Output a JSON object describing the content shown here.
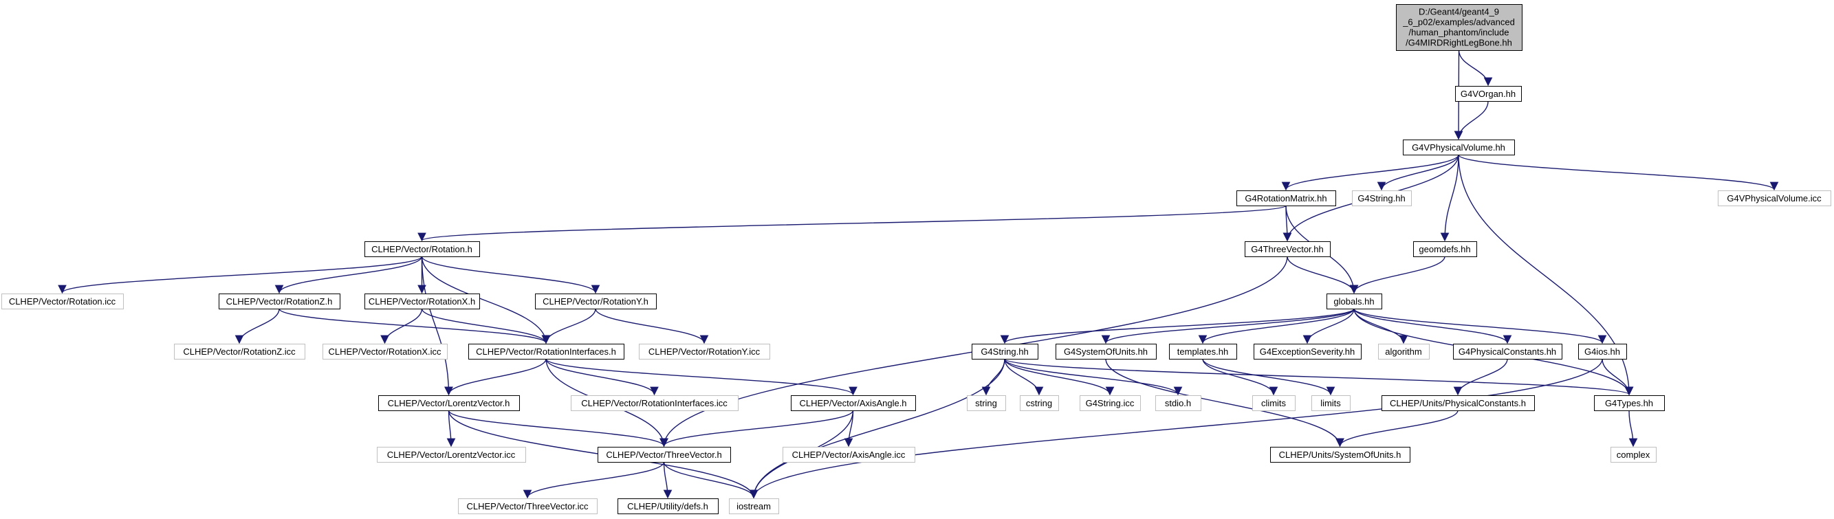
{
  "colors": {
    "edge": "#191970",
    "root_fill": "#bfbfbf",
    "root_border": "#000000",
    "node_border": "#000000",
    "external_border": "#bfbfbf",
    "background": "#ffffff"
  },
  "nodes": [
    {
      "id": "root",
      "label_lines": [
        "D:/Geant4/geant4_9",
        "_6_p02/examples/advanced",
        "/human_phantom/include",
        "/G4MIRDRightLegBone.hh"
      ],
      "kind": "root"
    },
    {
      "id": "g4vorgan",
      "label": "G4VOrgan.hh",
      "kind": "normal"
    },
    {
      "id": "g4vphys",
      "label": "G4VPhysicalVolume.hh",
      "kind": "normal"
    },
    {
      "id": "g4rotmat",
      "label": "G4RotationMatrix.hh",
      "kind": "normal"
    },
    {
      "id": "g4string1",
      "label": "G4String.hh",
      "kind": "external"
    },
    {
      "id": "g4vphysicc",
      "label": "G4VPhysicalVolume.icc",
      "kind": "external"
    },
    {
      "id": "clhep_rotation",
      "label": "CLHEP/Vector/Rotation.h",
      "kind": "normal"
    },
    {
      "id": "g4threevec",
      "label": "G4ThreeVector.hh",
      "kind": "normal"
    },
    {
      "id": "geomdefs",
      "label": "geomdefs.hh",
      "kind": "normal"
    },
    {
      "id": "rot_icc",
      "label": "CLHEP/Vector/Rotation.icc",
      "kind": "external"
    },
    {
      "id": "rotz",
      "label": "CLHEP/Vector/RotationZ.h",
      "kind": "normal"
    },
    {
      "id": "rotx",
      "label": "CLHEP/Vector/RotationX.h",
      "kind": "normal"
    },
    {
      "id": "roty",
      "label": "CLHEP/Vector/RotationY.h",
      "kind": "normal"
    },
    {
      "id": "globals",
      "label": "globals.hh",
      "kind": "normal"
    },
    {
      "id": "rotz_icc",
      "label": "CLHEP/Vector/RotationZ.icc",
      "kind": "external"
    },
    {
      "id": "rotx_icc",
      "label": "CLHEP/Vector/RotationX.icc",
      "kind": "external"
    },
    {
      "id": "rotint",
      "label": "CLHEP/Vector/RotationInterfaces.h",
      "kind": "normal"
    },
    {
      "id": "roty_icc",
      "label": "CLHEP/Vector/RotationY.icc",
      "kind": "external"
    },
    {
      "id": "g4string2",
      "label": "G4String.hh",
      "kind": "normal"
    },
    {
      "id": "g4sysunits",
      "label": "G4SystemOfUnits.hh",
      "kind": "normal"
    },
    {
      "id": "templates",
      "label": "templates.hh",
      "kind": "normal"
    },
    {
      "id": "g4excsev",
      "label": "G4ExceptionSeverity.hh",
      "kind": "normal"
    },
    {
      "id": "algorithm",
      "label": "algorithm",
      "kind": "external"
    },
    {
      "id": "g4physconst",
      "label": "G4PhysicalConstants.hh",
      "kind": "normal"
    },
    {
      "id": "g4ios",
      "label": "G4ios.hh",
      "kind": "normal"
    },
    {
      "id": "lorentz",
      "label": "CLHEP/Vector/LorentzVector.h",
      "kind": "normal"
    },
    {
      "id": "rotint_icc",
      "label": "CLHEP/Vector/RotationInterfaces.icc",
      "kind": "external"
    },
    {
      "id": "axisangle",
      "label": "CLHEP/Vector/AxisAngle.h",
      "kind": "normal"
    },
    {
      "id": "string",
      "label": "string",
      "kind": "external"
    },
    {
      "id": "cstring",
      "label": "cstring",
      "kind": "external"
    },
    {
      "id": "g4string_icc",
      "label": "G4String.icc",
      "kind": "external"
    },
    {
      "id": "stdio",
      "label": "stdio.h",
      "kind": "external"
    },
    {
      "id": "climits",
      "label": "climits",
      "kind": "external"
    },
    {
      "id": "limits",
      "label": "limits",
      "kind": "external"
    },
    {
      "id": "clhep_physconst",
      "label": "CLHEP/Units/PhysicalConstants.h",
      "kind": "normal"
    },
    {
      "id": "g4types",
      "label": "G4Types.hh",
      "kind": "normal"
    },
    {
      "id": "lorentz_icc",
      "label": "CLHEP/Vector/LorentzVector.icc",
      "kind": "external"
    },
    {
      "id": "threevec",
      "label": "CLHEP/Vector/ThreeVector.h",
      "kind": "normal"
    },
    {
      "id": "axisangle_icc",
      "label": "CLHEP/Vector/AxisAngle.icc",
      "kind": "external"
    },
    {
      "id": "clhep_sysunits",
      "label": "CLHEP/Units/SystemOfUnits.h",
      "kind": "normal"
    },
    {
      "id": "complex",
      "label": "complex",
      "kind": "external"
    },
    {
      "id": "threevec_icc",
      "label": "CLHEP/Vector/ThreeVector.icc",
      "kind": "external"
    },
    {
      "id": "defs",
      "label": "CLHEP/Utility/defs.h",
      "kind": "normal"
    },
    {
      "id": "iostream",
      "label": "iostream",
      "kind": "external"
    }
  ],
  "edges": [
    [
      "root",
      "g4vorgan"
    ],
    [
      "root",
      "g4vphys"
    ],
    [
      "g4vorgan",
      "g4vphys"
    ],
    [
      "g4vphys",
      "g4rotmat"
    ],
    [
      "g4vphys",
      "g4string1"
    ],
    [
      "g4vphys",
      "g4vphysicc"
    ],
    [
      "g4vphys",
      "g4threevec"
    ],
    [
      "g4vphys",
      "geomdefs"
    ],
    [
      "g4vphys",
      "g4types"
    ],
    [
      "g4rotmat",
      "clhep_rotation"
    ],
    [
      "g4rotmat",
      "g4threevec"
    ],
    [
      "g4rotmat",
      "globals"
    ],
    [
      "clhep_rotation",
      "rot_icc"
    ],
    [
      "clhep_rotation",
      "rotz"
    ],
    [
      "clhep_rotation",
      "rotx"
    ],
    [
      "clhep_rotation",
      "roty"
    ],
    [
      "clhep_rotation",
      "rotint"
    ],
    [
      "clhep_rotation",
      "lorentz"
    ],
    [
      "rotz",
      "rotz_icc"
    ],
    [
      "rotz",
      "rotint"
    ],
    [
      "rotx",
      "rotx_icc"
    ],
    [
      "rotx",
      "rotint"
    ],
    [
      "roty",
      "roty_icc"
    ],
    [
      "roty",
      "rotint"
    ],
    [
      "rotint",
      "lorentz"
    ],
    [
      "rotint",
      "rotint_icc"
    ],
    [
      "rotint",
      "axisangle"
    ],
    [
      "rotint",
      "threevec"
    ],
    [
      "lorentz",
      "lorentz_icc"
    ],
    [
      "lorentz",
      "threevec"
    ],
    [
      "lorentz",
      "iostream"
    ],
    [
      "axisangle",
      "axisangle_icc"
    ],
    [
      "axisangle",
      "threevec"
    ],
    [
      "axisangle",
      "iostream"
    ],
    [
      "threevec",
      "threevec_icc"
    ],
    [
      "threevec",
      "defs"
    ],
    [
      "threevec",
      "iostream"
    ],
    [
      "g4threevec",
      "threevec"
    ],
    [
      "g4threevec",
      "globals"
    ],
    [
      "geomdefs",
      "globals"
    ],
    [
      "globals",
      "g4string2"
    ],
    [
      "globals",
      "g4sysunits"
    ],
    [
      "globals",
      "templates"
    ],
    [
      "globals",
      "g4excsev"
    ],
    [
      "globals",
      "algorithm"
    ],
    [
      "globals",
      "g4physconst"
    ],
    [
      "globals",
      "g4ios"
    ],
    [
      "globals",
      "g4types"
    ],
    [
      "g4string2",
      "string"
    ],
    [
      "g4string2",
      "cstring"
    ],
    [
      "g4string2",
      "g4string_icc"
    ],
    [
      "g4string2",
      "stdio"
    ],
    [
      "g4string2",
      "g4types"
    ],
    [
      "g4string2",
      "iostream"
    ],
    [
      "g4sysunits",
      "clhep_sysunits"
    ],
    [
      "templates",
      "climits"
    ],
    [
      "templates",
      "limits"
    ],
    [
      "g4physconst",
      "clhep_physconst"
    ],
    [
      "clhep_physconst",
      "clhep_sysunits"
    ],
    [
      "g4ios",
      "g4types"
    ],
    [
      "g4ios",
      "iostream"
    ],
    [
      "g4types",
      "complex"
    ]
  ]
}
